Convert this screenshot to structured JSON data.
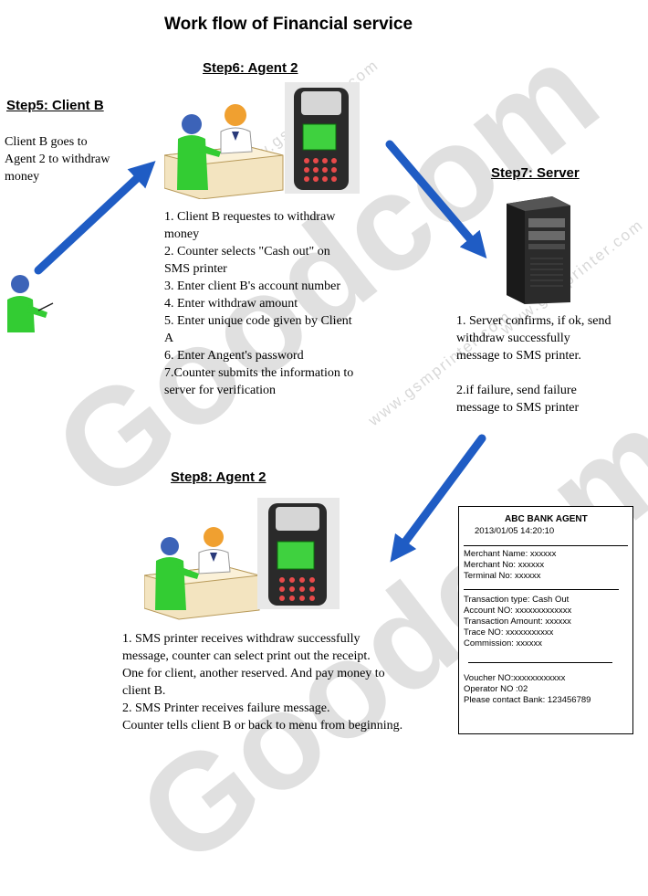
{
  "title": "Work flow of Financial service",
  "step5": {
    "heading": "Step5: Client B",
    "lines": [
      "Client B goes to",
      "Agent 2 to withdraw",
      "money"
    ]
  },
  "step6": {
    "heading": "Step6: Agent 2",
    "lines": [
      "1. Client B requestes to withdraw",
      "money",
      "2. Counter selects \"Cash out\" on",
      "SMS printer",
      "3. Enter client B's account number",
      "4. Enter withdraw amount",
      "5. Enter unique code given by Client",
      "A",
      "6. Enter Angent's password",
      "7.Counter submits the information to",
      "server for verification"
    ]
  },
  "step7": {
    "heading": "Step7: Server",
    "lines_a": [
      "1. Server confirms, if ok, send",
      "withdraw successfully",
      "message to SMS printer."
    ],
    "lines_b": [
      "2.if failure, send failure",
      "message to SMS printer"
    ]
  },
  "step8": {
    "heading": "Step8: Agent 2",
    "lines": [
      "1. SMS printer receives withdraw successfully",
      "message, counter can select print out the receipt.",
      "One for client, another reserved. And pay money to",
      "client B.",
      "2.  SMS Printer receives failure message.",
      "Counter tells client B or back to menu from beginning."
    ]
  },
  "receipt": {
    "header": "ABC BANK AGENT",
    "datetime": "2013/01/05   14:20:10",
    "merchant_name": "Merchant Name: xxxxxx",
    "merchant_no": "Merchant No: xxxxxx",
    "terminal_no": "Terminal No: xxxxxx",
    "transaction_type": "Transaction type: Cash Out",
    "account_no": "Account NO: xxxxxxxxxxxxx",
    "transaction_amount": "Transaction Amount: xxxxxx",
    "trace_no": "Trace NO: xxxxxxxxxxx",
    "commission": "Commission: xxxxxx",
    "voucher_no": "Voucher NO:xxxxxxxxxxxx",
    "operator_no": "Operator NO :02",
    "contact": "Please contact Bank: 123456789"
  },
  "watermark": {
    "brand": "Goodcom",
    "url": "www.gsmprinter.com"
  },
  "colors": {
    "arrow": "#1f5cc4",
    "person_green": "#33cc33",
    "person_blue_head": "#3c63b8",
    "person_orange_head": "#f0a030",
    "watermark": "#c8c8c8",
    "printer_screen": "#3fd13f"
  }
}
